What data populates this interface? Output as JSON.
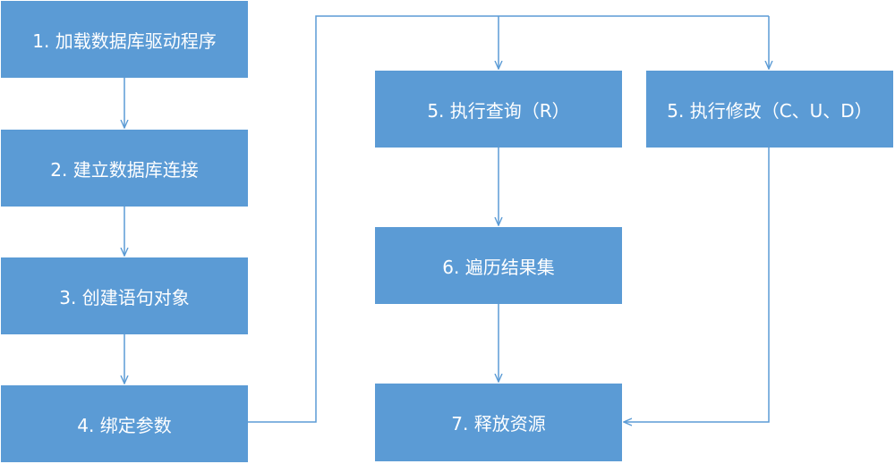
{
  "colors": {
    "box_fill": "#5b9bd5",
    "text": "#ffffff",
    "connector": "#5b9bd5"
  },
  "steps": {
    "load_driver": "1. 加载数据库驱动程序",
    "connect": "2. 建立数据库连接",
    "create_statement": "3. 创建语句对象",
    "bind_params": "4. 绑定参数",
    "execute_query": "5. 执行查询（R）",
    "execute_update": "5. 执行修改（C、U、D）",
    "iterate_results": "6. 遍历结果集",
    "release": "7. 释放资源"
  }
}
